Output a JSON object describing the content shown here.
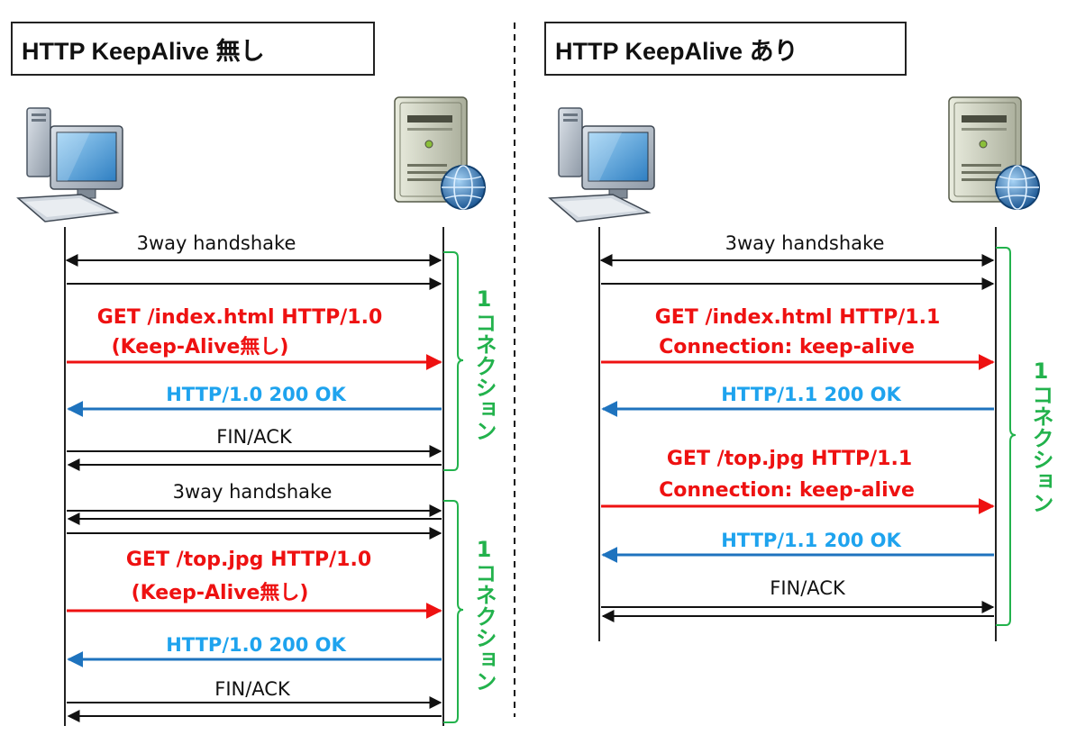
{
  "panels": {
    "left": {
      "title": "HTTP KeepAlive 無し"
    },
    "right": {
      "title": "HTTP KeepAlive あり"
    }
  },
  "left_messages": {
    "handshake_1": "3way handshake",
    "request_1_line1": "GET /index.html HTTP/1.0",
    "request_1_line2": "(Keep-Alive無し)",
    "response_1": "HTTP/1.0 200 OK",
    "fin_1": "FIN/ACK",
    "handshake_2": "3way handshake",
    "request_2_line1": "GET /top.jpg HTTP/1.0",
    "request_2_line2": "(Keep-Alive無し)",
    "response_2": "HTTP/1.0 200 OK",
    "fin_2": "FIN/ACK"
  },
  "right_messages": {
    "handshake_1": "3way handshake",
    "request_1_line1": "GET /index.html HTTP/1.1",
    "request_1_line2": "Connection: keep-alive",
    "response_1": "HTTP/1.1 200 OK",
    "request_2_line1": "GET /top.jpg HTTP/1.1",
    "request_2_line2": "Connection: keep-alive",
    "response_2": "HTTP/1.1 200 OK",
    "fin_1": "FIN/ACK"
  },
  "connection_label": {
    "count": "1",
    "text": "コネクション"
  },
  "colors": {
    "request": "#ee1111",
    "response": "#1e73be",
    "response_text": "#1ea3ee",
    "control": "#111111",
    "brace": "#22b24c"
  },
  "icons": {
    "client": "desktop-computer-icon",
    "server": "web-server-icon"
  }
}
